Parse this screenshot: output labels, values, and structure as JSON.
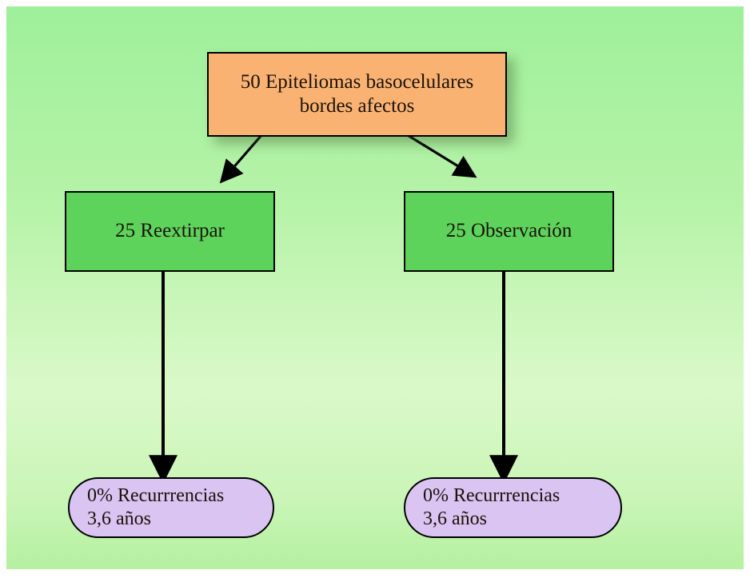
{
  "diagram": {
    "type": "flowchart",
    "background_gradient": [
      "#9ef09a",
      "#daf9c9",
      "#b5f0a0"
    ],
    "nodes": [
      {
        "id": "top",
        "shape": "rectangle",
        "fill": "#f9b272",
        "line1": "50 Epiteliomas basocelulares",
        "line2": "bordes afectos"
      },
      {
        "id": "left",
        "shape": "rectangle",
        "fill": "#5ed35c",
        "line1": "25 Reextirpar",
        "line2": ""
      },
      {
        "id": "right",
        "shape": "rectangle",
        "fill": "#5ed35c",
        "line1": "25 Observación",
        "line2": ""
      },
      {
        "id": "terminal-left",
        "shape": "rounded-rectangle",
        "fill": "#d9c4f2",
        "line1": "0% Recurrrencias",
        "line2": "3,6 años"
      },
      {
        "id": "terminal-right",
        "shape": "rounded-rectangle",
        "fill": "#d9c4f2",
        "line1": "0% Recurrrencias",
        "line2": "3,6 años"
      }
    ],
    "edges": [
      {
        "from": "top",
        "to": "left",
        "style": "arrow"
      },
      {
        "from": "top",
        "to": "right",
        "style": "arrow"
      },
      {
        "from": "left",
        "to": "terminal-left",
        "style": "arrow"
      },
      {
        "from": "right",
        "to": "terminal-right",
        "style": "arrow"
      }
    ]
  }
}
